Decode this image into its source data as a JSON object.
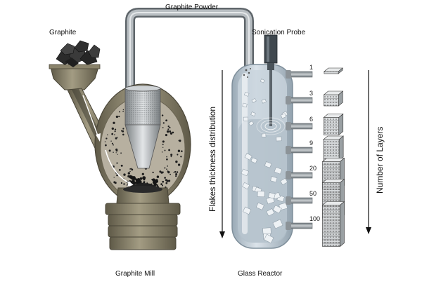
{
  "labels": {
    "graphite": "Graphite",
    "graphite_powder": "Graphite Powder",
    "sonication_probe": "Sonication Probe",
    "graphite_mill": "Graphite Mill",
    "glass_reactor": "Glass Reactor",
    "flakes_thickness": "Flakes thickness distribution",
    "number_of_layers": "Number of Layers"
  },
  "outlets": [
    {
      "label": "1",
      "layers": 1
    },
    {
      "label": "3",
      "layers": 3
    },
    {
      "label": "6",
      "layers": 6
    },
    {
      "label": "9",
      "layers": 9
    },
    {
      "label": "20",
      "layers": 20
    },
    {
      "label": "50",
      "layers": 50
    },
    {
      "label": "100",
      "layers": 100
    }
  ],
  "colors": {
    "mill_body": "#7d7560",
    "mill_dark": "#5e5846",
    "pipe": "#9aa1a6",
    "reactor_glass": "#c7d3dc",
    "reactor_liquid": "#aebbc6",
    "flake": "#3a3a3a"
  }
}
